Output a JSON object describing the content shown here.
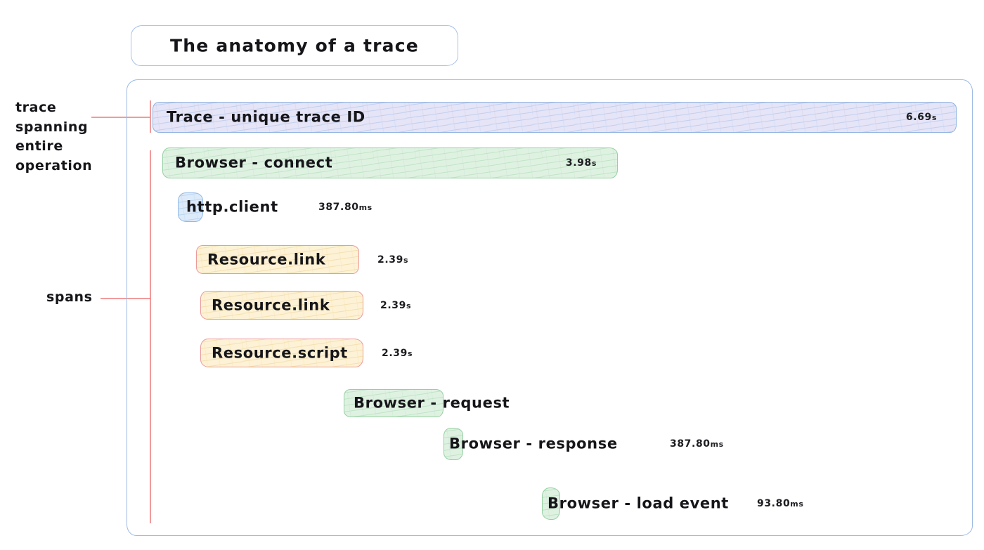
{
  "title": {
    "text": "The anatomy of a trace"
  },
  "annotations": [
    {
      "id": "trace-annotation",
      "lines": [
        "trace",
        "spanning",
        "entire",
        "operation"
      ]
    },
    {
      "id": "spans-annotation",
      "lines": [
        "spans"
      ]
    }
  ],
  "colors": {
    "trace_fill": "#e6e4f7",
    "trace_stroke": "#8fb3e0",
    "browser_fill": "#dff2e2",
    "browser_stroke": "#96cfa2",
    "http_fill": "#ddeaf9",
    "http_stroke": "#8fb9e8",
    "resource_fill": "#fdf2d6",
    "resource_stroke": "#ec9a9a",
    "container_stroke": "#9db9e4",
    "annotation_line": "#f08a8a"
  },
  "rows": [
    {
      "name": "trace",
      "label": "Trace - unique trace ID",
      "duration": "6.69",
      "unit": "s",
      "duration_inside": true
    },
    {
      "name": "browser-connect",
      "label": "Browser - connect",
      "duration": "3.98",
      "unit": "s",
      "duration_inside": true
    },
    {
      "name": "http-client",
      "label": "http.client",
      "duration": "387.80",
      "unit": "ms",
      "duration_inside": false
    },
    {
      "name": "resource-link-1",
      "label": "Resource.link",
      "duration": "2.39",
      "unit": "s",
      "duration_inside": false
    },
    {
      "name": "resource-link-2",
      "label": "Resource.link",
      "duration": "2.39",
      "unit": "s",
      "duration_inside": false
    },
    {
      "name": "resource-script",
      "label": "Resource.script",
      "duration": "2.39",
      "unit": "s",
      "duration_inside": false
    },
    {
      "name": "browser-request",
      "label": "Browser - request",
      "duration": "",
      "unit": "",
      "duration_inside": false
    },
    {
      "name": "browser-response",
      "label": "Browser - response",
      "duration": "387.80",
      "unit": "ms",
      "duration_inside": false
    },
    {
      "name": "browser-load-event",
      "label": "Browser - load event",
      "duration": "93.80",
      "unit": "ms",
      "duration_inside": false
    }
  ]
}
